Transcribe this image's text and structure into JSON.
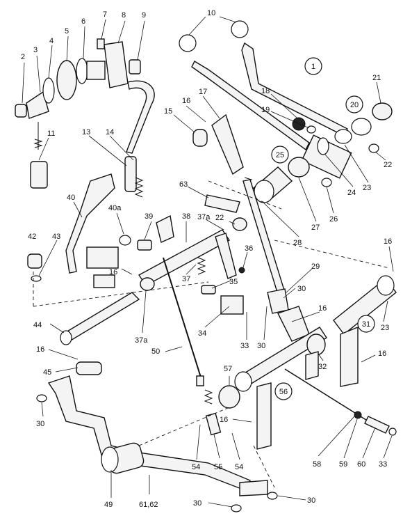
{
  "labels": {
    "l1": "1",
    "l2": "2",
    "l3": "3",
    "l4": "4",
    "l5": "5",
    "l6": "6",
    "l7": "7",
    "l8": "8",
    "l9": "9",
    "l10": "10",
    "l11": "11",
    "l13": "13",
    "l14": "14",
    "l15": "15",
    "l16": "16",
    "l17": "17",
    "l18": "18",
    "l19": "19",
    "l20": "20",
    "l21": "21",
    "l22": "22",
    "l23": "23",
    "l24": "24",
    "l25": "25",
    "l26": "26",
    "l27": "27",
    "l28": "28",
    "l29": "29",
    "l30": "30",
    "l31": "31",
    "l32": "32",
    "l33": "33",
    "l34": "34",
    "l35": "35",
    "l36": "36",
    "l37": "37",
    "l37a": "37a",
    "l38": "38",
    "l39": "39",
    "l40": "40",
    "l40a": "40a",
    "l42": "42",
    "l43": "43",
    "l44": "44",
    "l45": "45",
    "l49": "49",
    "l50": "50",
    "l54": "54",
    "l55": "55",
    "l56": "56",
    "l57": "57",
    "l58": "58",
    "l59": "59",
    "l60": "60",
    "l61_62": "61,62",
    "l63": "63"
  }
}
